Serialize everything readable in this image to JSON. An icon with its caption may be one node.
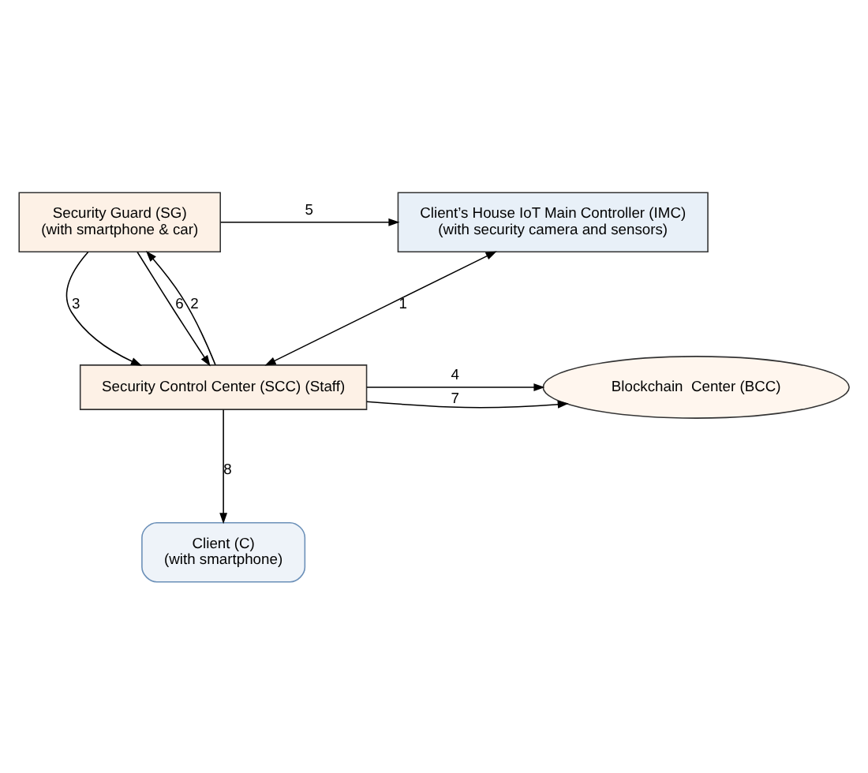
{
  "diagram": {
    "nodes": [
      {
        "text": [
          "Security Guard (SG)",
          "(with smartphone & car)"
        ]
      },
      {
        "text": [
          "Client’s House IoT Main Controller (IMC)",
          "(with security camera and sensors)"
        ]
      },
      {
        "text": [
          "Security Control Center (SCC) (Staff)"
        ]
      },
      {
        "text": [
          "Blockchain  Center (BCC)"
        ]
      },
      {
        "text": [
          "Client (C)",
          "(with smartphone)"
        ]
      }
    ],
    "edges": [
      {
        "from": 1,
        "to": 2,
        "arrow": "both",
        "label": "1"
      },
      {
        "from": 2,
        "to": 0,
        "arrow": "to",
        "label": "2"
      },
      {
        "from": 0,
        "to": 2,
        "arrow": "to",
        "label": "3"
      },
      {
        "from": 2,
        "to": 3,
        "arrow": "to",
        "label": "4"
      },
      {
        "from": 0,
        "to": 1,
        "arrow": "to",
        "label": "5"
      },
      {
        "from": 0,
        "to": 2,
        "arrow": "to",
        "label": "6"
      },
      {
        "from": 2,
        "to": 3,
        "arrow": "to",
        "label": "7"
      },
      {
        "from": 2,
        "to": 4,
        "arrow": "to",
        "label": "8"
      }
    ]
  }
}
